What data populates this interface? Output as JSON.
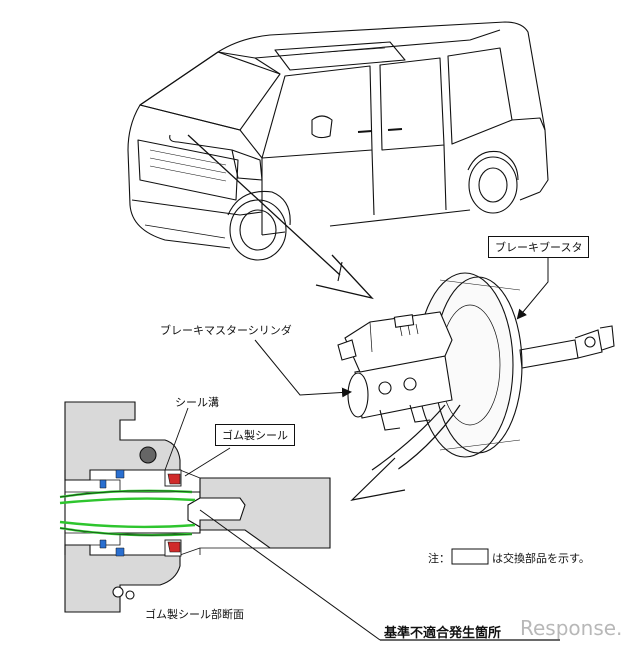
{
  "labels": {
    "brake_booster": "ブレーキブースタ",
    "master_cylinder": "ブレーキマスターシリンダ",
    "seal_groove": "シール溝",
    "rubber_seal": "ゴム製シール",
    "seal_section": "ゴム製シール部断面",
    "note_prefix": "注：",
    "note_suffix": "は交換部品を示す。",
    "defect_location": "基準不適合発生箇所"
  },
  "watermark": "Response.",
  "colors": {
    "line": "#111111",
    "section_gray": "#d9d9d9",
    "seal_green": "#2ec52e",
    "seal_red": "#d02a2a",
    "seal_blue": "#2a6fd0",
    "watermark": "#b8b8b8"
  },
  "icons": {
    "vehicle": "minivan-illustration",
    "booster": "brake-booster-illustration",
    "arrow": "callout-arrow"
  }
}
